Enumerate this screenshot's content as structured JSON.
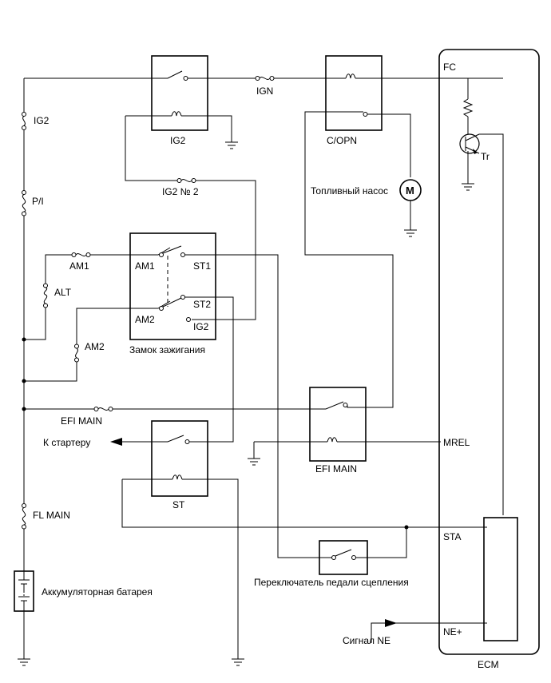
{
  "diagram": {
    "fuses": {
      "ig2": "IG2",
      "pi": "P/I",
      "alt": "ALT",
      "am1": "AM1",
      "am2": "AM2",
      "ign": "IGN",
      "ig2_no2": "IG2 № 2",
      "efi_main": "EFI MAIN",
      "fl_main": "FL MAIN"
    },
    "relays": {
      "ig2": "IG2",
      "copn": "C/OPN",
      "efi_main": "EFI MAIN",
      "st": "ST"
    },
    "ignition_switch": {
      "caption": "Замок зажигания",
      "am1": "AM1",
      "am2": "AM2",
      "st1": "ST1",
      "st2": "ST2",
      "ig2": "IG2"
    },
    "components": {
      "fuel_pump": "Топливный насос",
      "motor_symbol": "M",
      "battery": "Аккумуляторная батарея",
      "clutch_switch": "Переключатель педали сцепления",
      "starter": "К стартеру",
      "ne_signal": "Сигнал NE"
    },
    "ecm": {
      "label": "ECM",
      "fc": "FC",
      "tr": "Tr",
      "mrel": "MREL",
      "sta": "STA",
      "ne": "NE+"
    }
  }
}
